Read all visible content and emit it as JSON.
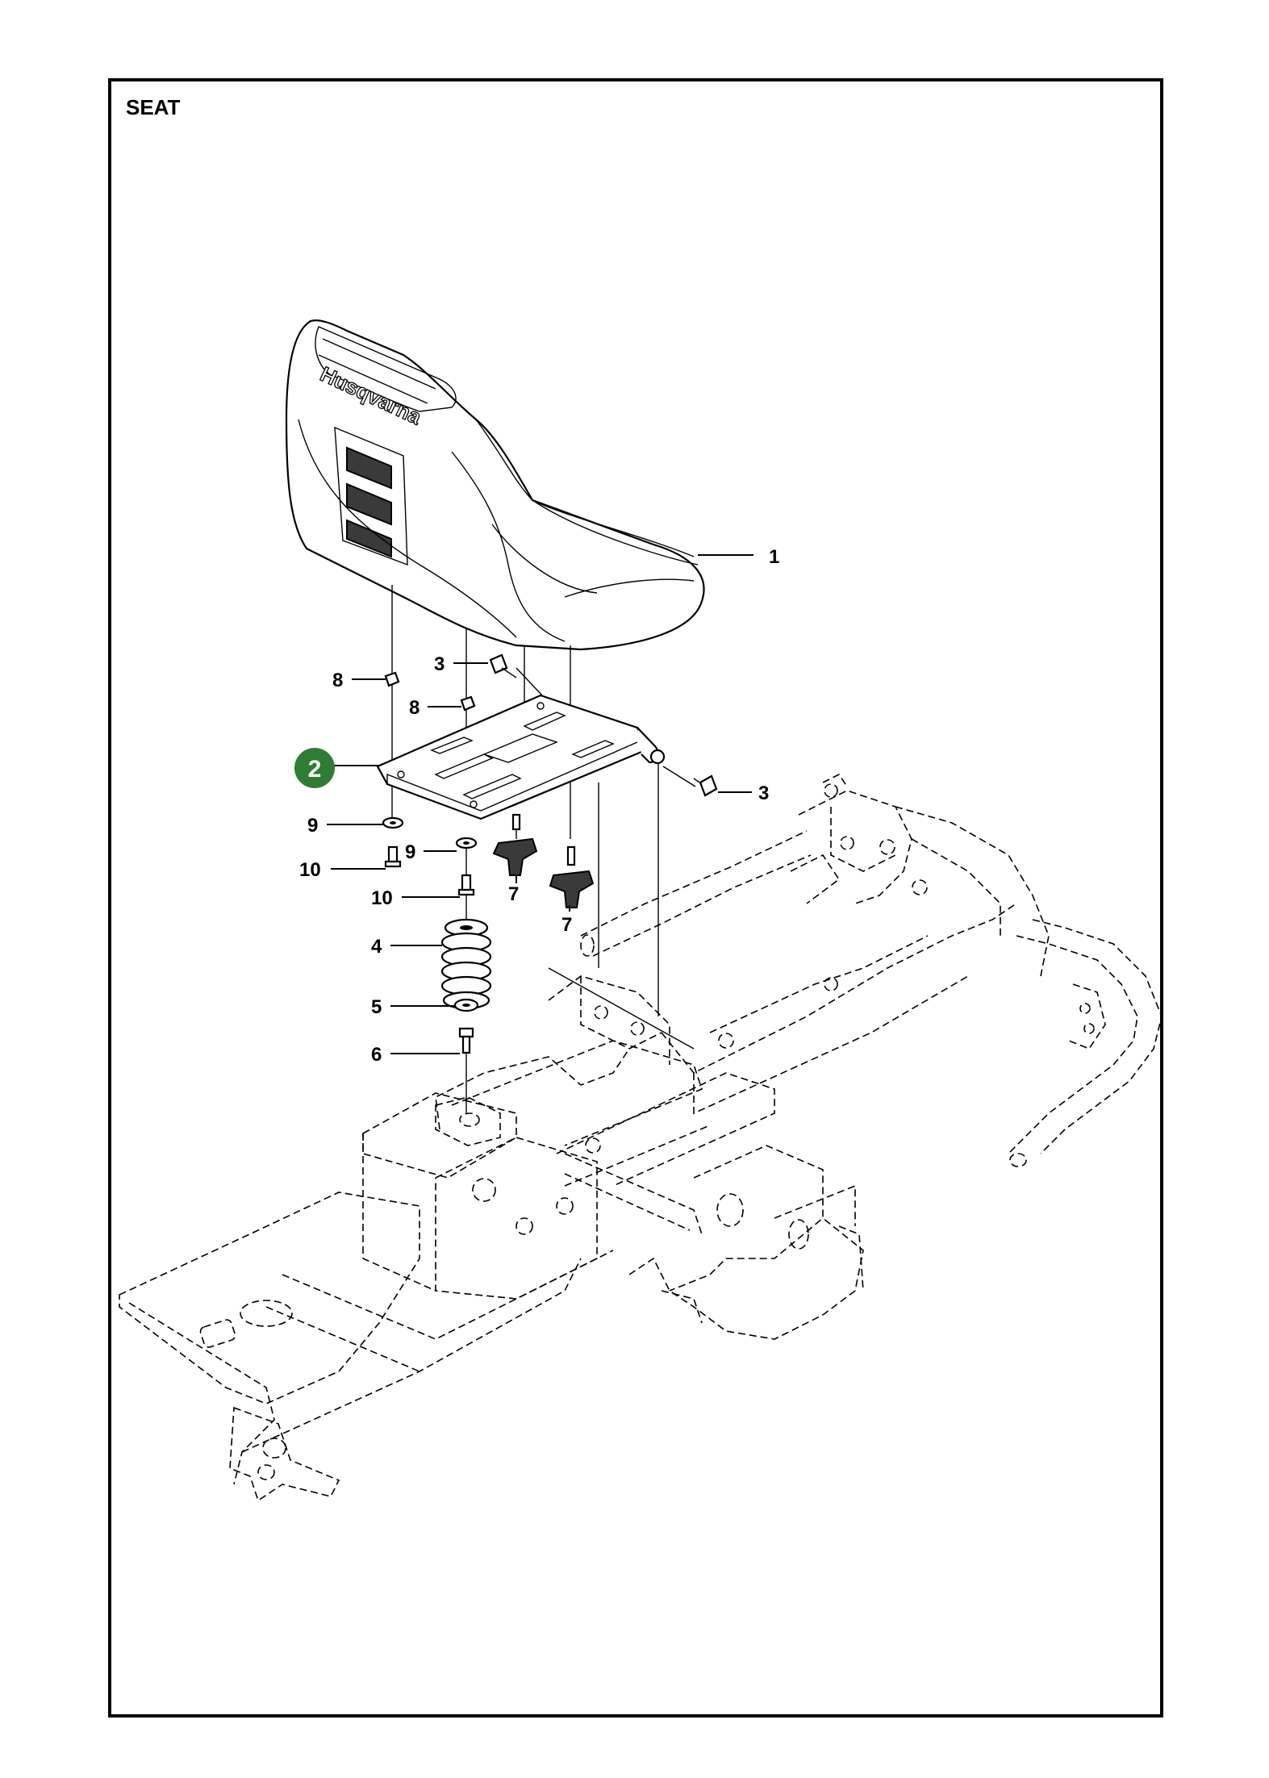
{
  "title": "SEAT",
  "highlight_color": "#2e7d32",
  "callouts": [
    {
      "id": "c1",
      "label": "1",
      "highlighted": false
    },
    {
      "id": "c2",
      "label": "2",
      "highlighted": true
    },
    {
      "id": "c3a",
      "label": "3",
      "highlighted": false
    },
    {
      "id": "c3b",
      "label": "3",
      "highlighted": false
    },
    {
      "id": "c4",
      "label": "4",
      "highlighted": false
    },
    {
      "id": "c5",
      "label": "5",
      "highlighted": false
    },
    {
      "id": "c6",
      "label": "6",
      "highlighted": false
    },
    {
      "id": "c7a",
      "label": "7",
      "highlighted": false
    },
    {
      "id": "c7b",
      "label": "7",
      "highlighted": false
    },
    {
      "id": "c8a",
      "label": "8",
      "highlighted": false
    },
    {
      "id": "c8b",
      "label": "8",
      "highlighted": false
    },
    {
      "id": "c9a",
      "label": "9",
      "highlighted": false
    },
    {
      "id": "c9b",
      "label": "9",
      "highlighted": false
    },
    {
      "id": "c10a",
      "label": "10",
      "highlighted": false
    },
    {
      "id": "c10b",
      "label": "10",
      "highlighted": false
    }
  ],
  "seat_brand_text": "Husqvarna"
}
